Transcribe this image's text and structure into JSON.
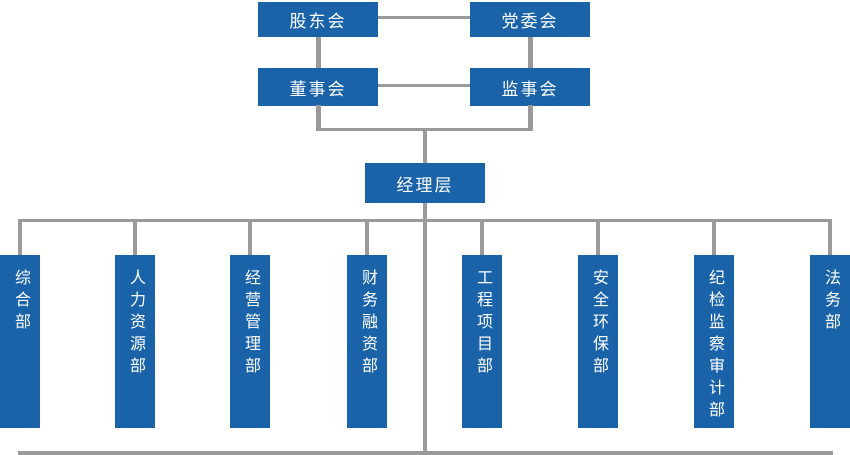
{
  "colors": {
    "box": "#1a63a8",
    "line": "#9a9a9a",
    "text": "#ffffff",
    "background": "#ffffff"
  },
  "governance": {
    "shareholders": "股东会",
    "party_committee": "党委会",
    "board_of_directors": "董事会",
    "supervisory_board": "监事会",
    "management": "经理层"
  },
  "departments": [
    {
      "label": "综合部"
    },
    {
      "label": "人力资源部"
    },
    {
      "label": "经营管理部"
    },
    {
      "label": "财务融资部"
    },
    {
      "label": "工程项目部"
    },
    {
      "label": "安全环保部"
    },
    {
      "label": "纪检监察审计部"
    },
    {
      "label": "法务部"
    }
  ]
}
